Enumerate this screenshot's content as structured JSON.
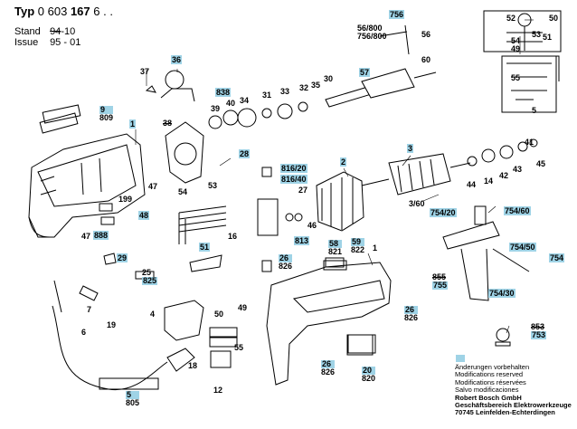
{
  "header": {
    "typ_label": "Typ",
    "typ_value": "0 603",
    "typ_bold": "167",
    "typ_suffix": "6 . .",
    "stand_label": "Stand",
    "stand_old": "94",
    "stand_new": "-10",
    "issue_label": "Issue",
    "issue_value": "95 - 01"
  },
  "accent_color": "#9fd3e6",
  "callouts": {
    "c1": "1",
    "c2": "2",
    "c3": "3",
    "c3_60": "3/60",
    "c4": "4",
    "c5": "5",
    "c5_805": "805",
    "c6": "6",
    "c7": "7",
    "c9": "9",
    "c9_809": "809",
    "c12": "12",
    "c14": "14",
    "c16": "16",
    "c18": "18",
    "c19": "19",
    "c20": "20",
    "c20_820": "820",
    "c25": "25",
    "c25_825": "825",
    "c26a": "26",
    "c26a_826": "826",
    "c26b": "26",
    "c26b_826": "826",
    "c26c": "26",
    "c26c_826": "826",
    "c27": "27",
    "c28": "28",
    "c29": "29",
    "c30": "30",
    "c31": "31",
    "c32": "32",
    "c33": "33",
    "c34": "34",
    "c35": "35",
    "c36": "36",
    "c37": "37",
    "c38": "38",
    "c39": "39",
    "c40": "40",
    "c41": "41",
    "c42": "42",
    "c43": "43",
    "c44": "44",
    "c45": "45",
    "c46": "46",
    "c47a": "47",
    "c47b": "47",
    "c48": "48",
    "c49a": "49",
    "c49b": "49",
    "c50a": "50",
    "c50b": "50",
    "c51a": "51",
    "c51b": "51",
    "c52": "52",
    "c53a": "53",
    "c53b": "53",
    "c54a": "54",
    "c54b": "54",
    "c55a": "55",
    "c55b": "55",
    "c56": "56",
    "c56_800": "56/800",
    "c756_800": "756/800",
    "c57": "57",
    "c58": "58",
    "c58_821": "821",
    "c59": "59",
    "c59_822": "822",
    "c60": "60",
    "c199": "199",
    "c756": "756",
    "c813": "813",
    "c816_20": "816/20",
    "c816_40": "816/40",
    "c838": "838",
    "c888": "888",
    "c754_20": "754/20",
    "c754_60": "754/60",
    "c754_50": "754/50",
    "c754": "754",
    "c754_30": "754/30",
    "c855": "855",
    "c755": "755",
    "c853": "853",
    "c753": "753",
    "c1b": "1",
    "c5b": "5"
  },
  "legend": {
    "line1": "Änderungen vorbehalten",
    "line2": "Modifications reserved",
    "line3": "Modifications réservées",
    "line4": "Salvo modificaciones",
    "line5": "Robert Bosch GmbH",
    "line6": "Geschäftsbereich Elektrowerkzeuge",
    "line7": "70745 Leinfelden-Echterdingen"
  }
}
